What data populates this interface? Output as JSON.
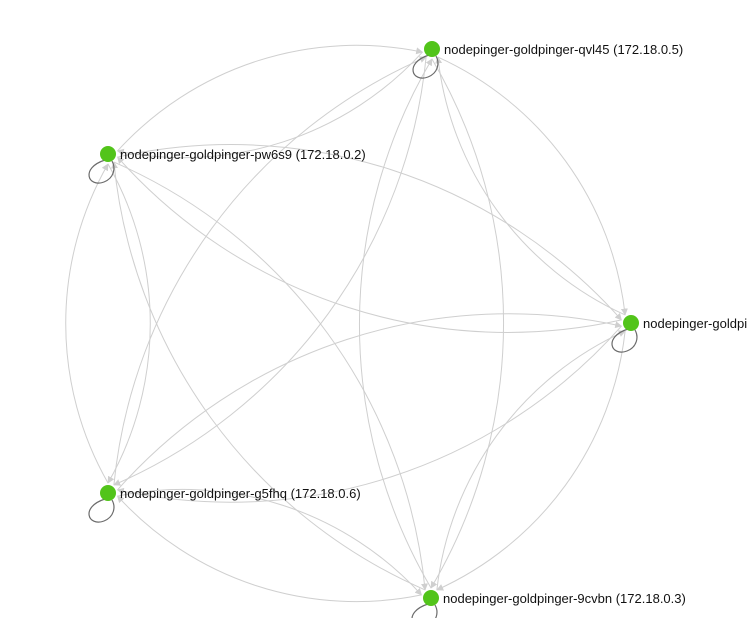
{
  "graph": {
    "node_color": "#52c41a",
    "edge_color": "#cfcfcf",
    "self_loop_color": "#6b6b6b",
    "nodes": [
      {
        "id": "qvl45",
        "label": "nodepinger-goldpinger-qvl45 (172.18.0.5)",
        "icon": "node-dot"
      },
      {
        "id": "pw6s9",
        "label": "nodepinger-goldpinger-pw6s9 (172.18.0.2)",
        "icon": "node-dot"
      },
      {
        "id": "goldpi",
        "label": "nodepinger-goldpi",
        "icon": "node-dot"
      },
      {
        "id": "g5fhq",
        "label": "nodepinger-goldpinger-g5fhq (172.18.0.6)",
        "icon": "node-dot"
      },
      {
        "id": "9cvbn",
        "label": "nodepinger-goldpinger-9cvbn (172.18.0.3)",
        "icon": "node-dot"
      }
    ],
    "edges": [
      [
        "qvl45",
        "pw6s9"
      ],
      [
        "pw6s9",
        "qvl45"
      ],
      [
        "qvl45",
        "goldpi"
      ],
      [
        "goldpi",
        "qvl45"
      ],
      [
        "qvl45",
        "g5fhq"
      ],
      [
        "g5fhq",
        "qvl45"
      ],
      [
        "qvl45",
        "9cvbn"
      ],
      [
        "9cvbn",
        "qvl45"
      ],
      [
        "pw6s9",
        "goldpi"
      ],
      [
        "goldpi",
        "pw6s9"
      ],
      [
        "pw6s9",
        "g5fhq"
      ],
      [
        "g5fhq",
        "pw6s9"
      ],
      [
        "pw6s9",
        "9cvbn"
      ],
      [
        "9cvbn",
        "pw6s9"
      ],
      [
        "goldpi",
        "g5fhq"
      ],
      [
        "g5fhq",
        "goldpi"
      ],
      [
        "goldpi",
        "9cvbn"
      ],
      [
        "9cvbn",
        "goldpi"
      ],
      [
        "g5fhq",
        "9cvbn"
      ],
      [
        "9cvbn",
        "g5fhq"
      ]
    ],
    "self_loops": [
      "qvl45",
      "pw6s9",
      "goldpi",
      "g5fhq",
      "9cvbn"
    ]
  }
}
